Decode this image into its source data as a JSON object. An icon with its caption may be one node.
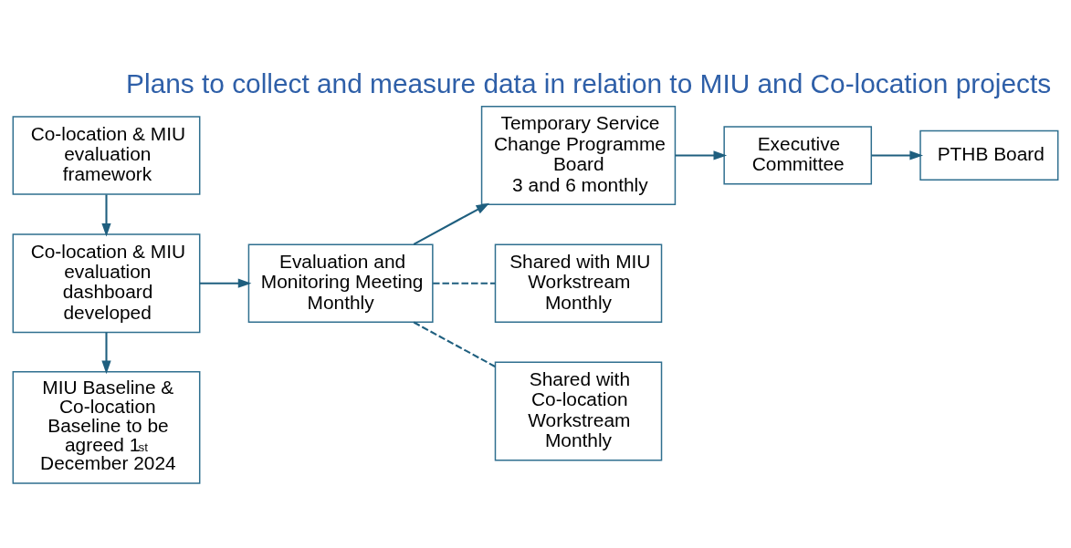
{
  "diagram": {
    "title": "Plans to collect and measure data in relation to MIU and Co-location projects",
    "nodes": [
      {
        "text": [
          "Co-location & MIU evaluation framework"
        ]
      },
      {
        "text": [
          "Co-location & MIU evaluation dashboard developed"
        ]
      },
      {
        "text": [
          "MIU Baseline & Co-location Baseline to be agreed 1$^{st}$ December 2024"
        ]
      },
      {
        "text": [
          "Evaluation and Monitoring Meeting",
          "Monthly"
        ]
      },
      {
        "text": [
          "Temporary Service Change Programme Board",
          "3 and 6 monthly"
        ]
      },
      {
        "text": [
          "Executive Committee"
        ]
      },
      {
        "text": [
          "PTHB Board"
        ]
      },
      {
        "text": [
          "Shared with MIU Workstream",
          "Monthly"
        ]
      },
      {
        "text": [
          "Shared with Co-location Workstream",
          "Monthly"
        ]
      }
    ],
    "edges": [
      {
        "from": 0,
        "to": 1,
        "arrow": "to"
      },
      {
        "from": 1,
        "to": 2,
        "arrow": "to"
      },
      {
        "from": 1,
        "to": 3,
        "arrow": "to"
      },
      {
        "from": 3,
        "to": 4,
        "arrow": "to"
      },
      {
        "from": 4,
        "to": 5,
        "arrow": "to"
      },
      {
        "from": 5,
        "to": 6,
        "arrow": "to"
      },
      {
        "from": 3,
        "to": 7,
        "arrow": "none",
        "style": "dashed"
      },
      {
        "from": 3,
        "to": 8,
        "arrow": "none",
        "style": "dashed"
      }
    ]
  }
}
